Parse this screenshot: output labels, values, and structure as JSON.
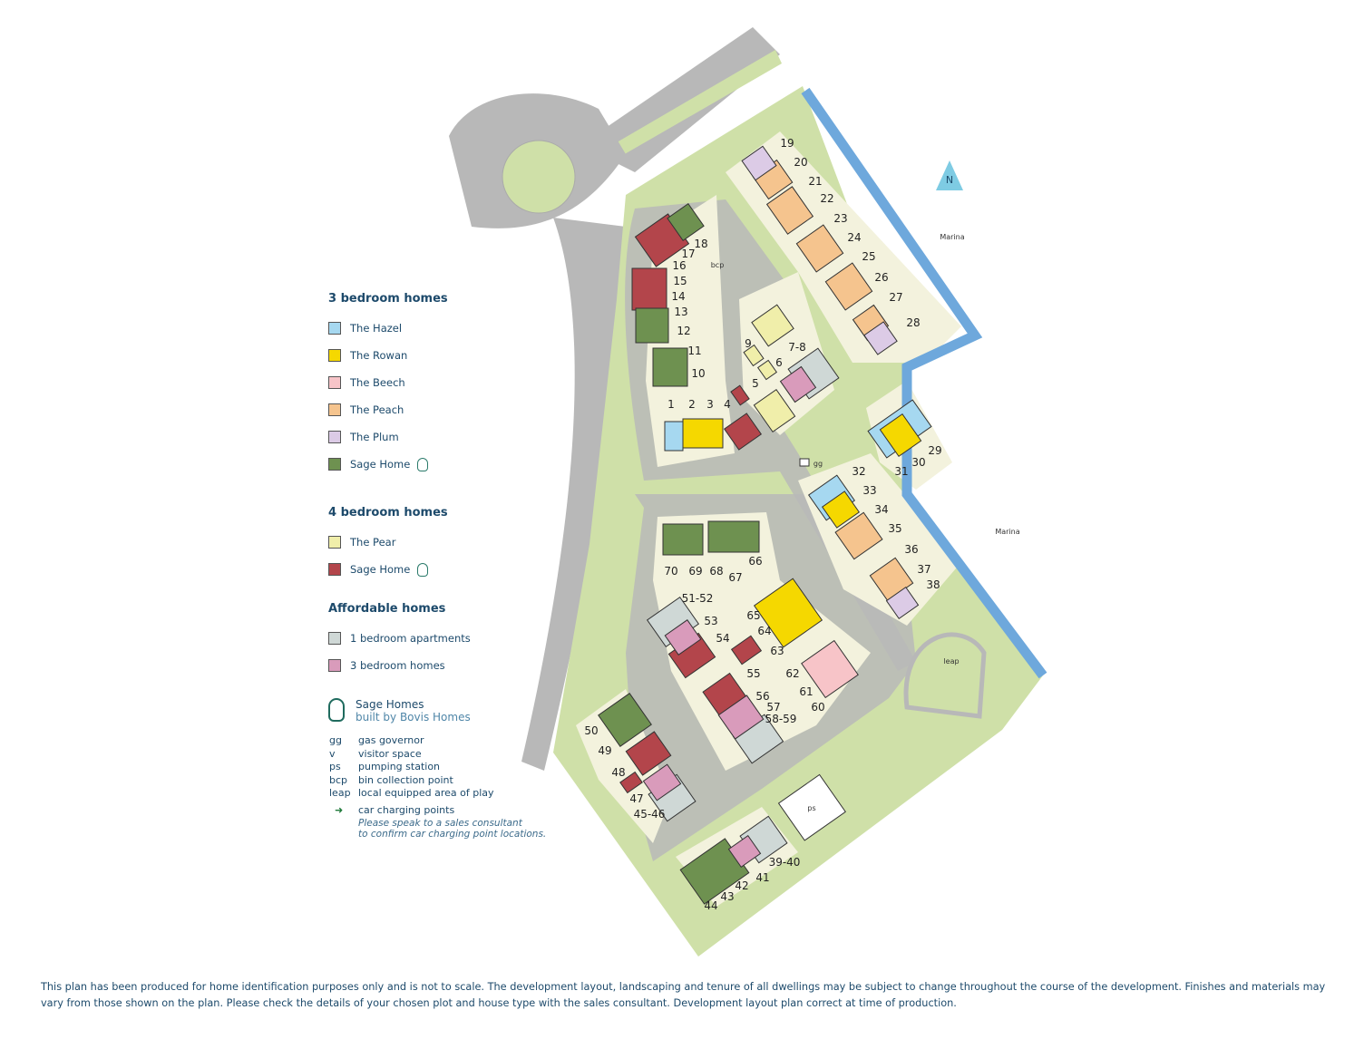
{
  "legend": {
    "three_bed": {
      "heading": "3 bedroom homes",
      "items": [
        {
          "label": "The Hazel",
          "color": "#a6d8f0"
        },
        {
          "label": "The Rowan",
          "color": "#f5d800"
        },
        {
          "label": "The Beech",
          "color": "#f7c4c8"
        },
        {
          "label": "The Peach",
          "color": "#f5c48e"
        },
        {
          "label": "The Plum",
          "color": "#dccbe6"
        },
        {
          "label": "Sage Home",
          "color": "#6e9150"
        }
      ]
    },
    "four_bed": {
      "heading": "4 bedroom homes",
      "items": [
        {
          "label": "The Pear",
          "color": "#f0eeaa"
        },
        {
          "label": "Sage Home",
          "color": "#b3454b"
        }
      ]
    },
    "affordable": {
      "heading": "Affordable homes",
      "items": [
        {
          "label": "1 bedroom apartments",
          "color": "#cfd8d6"
        },
        {
          "label": "3 bedroom homes",
          "color": "#d99bbb"
        }
      ]
    },
    "sage_brand": {
      "line1": "Sage Homes",
      "line2": "built by Bovis Homes"
    },
    "abbreviations": [
      {
        "key": "gg",
        "value": "gas governor"
      },
      {
        "key": "v",
        "value": "visitor space"
      },
      {
        "key": "ps",
        "value": "pumping station"
      },
      {
        "key": "bcp",
        "value": "bin collection point"
      },
      {
        "key": "leap",
        "value": "local equipped area of play"
      }
    ],
    "charging": {
      "label": "car charging points",
      "note1": "Please speak to a sales consultant",
      "note2": "to confirm car charging point locations.",
      "color": "#1f7a3a"
    }
  },
  "map": {
    "north": "N",
    "marina_labels": [
      "Marina",
      "Marina"
    ],
    "features": {
      "bcp": "bcp",
      "gg": "gg",
      "ps": "ps",
      "leap": "leap"
    },
    "colors": {
      "road": "#b8b8b8",
      "green": "#cfe0a8",
      "plot": "#f3f2dd",
      "water": "#6ea8dc",
      "compass": "#7ecbe3"
    },
    "plots": [
      "1",
      "2",
      "3",
      "4",
      "5",
      "6",
      "7-8",
      "9",
      "10",
      "11",
      "12",
      "13",
      "14",
      "15",
      "16",
      "17",
      "18",
      "19",
      "20",
      "21",
      "22",
      "23",
      "24",
      "25",
      "26",
      "27",
      "28",
      "29",
      "30",
      "31",
      "32",
      "33",
      "34",
      "35",
      "36",
      "37",
      "38",
      "39-40",
      "41",
      "42",
      "43",
      "44",
      "45-46",
      "47",
      "48",
      "49",
      "50",
      "51-52",
      "53",
      "54",
      "55",
      "56",
      "57",
      "58-59",
      "60",
      "61",
      "62",
      "63",
      "64",
      "65",
      "66",
      "67",
      "68",
      "69",
      "70"
    ]
  },
  "footer": {
    "disclaimer": "This plan has been produced for home identification purposes only and is not to scale. The development layout, landscaping and tenure of all dwellings may be subject to change throughout the course of the development. Finishes and materials may vary from those shown on the plan. Please check the details of your chosen plot and house type with the sales consultant. Development layout plan correct at time of production."
  }
}
